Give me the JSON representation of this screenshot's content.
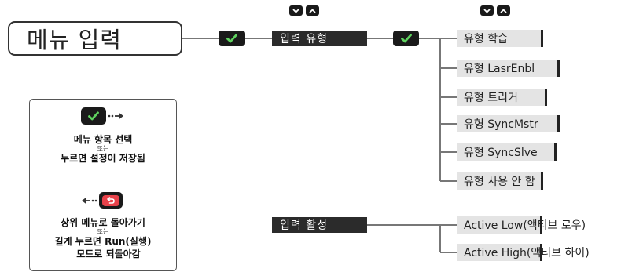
{
  "title": "메뉴 입력",
  "input_type_label": "입력 유형",
  "input_active_label": "입력 활성",
  "type_options": [
    "유형 학습",
    "유형 LasrEnbl",
    "유형 트리거",
    "유형 SyncMstr",
    "유형 SyncSlve",
    "유형 사용 안 함"
  ],
  "active_options": [
    "Active Low(액티브 로우)",
    "Active High(액티브 하이)"
  ],
  "legend": {
    "select_line1": "메뉴 항목 선택",
    "select_or": "또는",
    "select_line2": "누르면 설정이 저장됨",
    "back_line1": "상위 메뉴로 돌아가기",
    "back_or": "또는",
    "back_line2": "길게 누르면 Run(실행)",
    "back_line3": "모드로 되돌아감"
  },
  "icons": {
    "enter": "check-icon",
    "back": "back-arrow-icon",
    "down": "chevron-down-icon",
    "up": "chevron-up-icon",
    "arrow": "dotted-arrow-icon"
  },
  "colors": {
    "check_green": "#5fd35f",
    "back_red": "#e8424a",
    "dark_box": "#2b2b2b",
    "option_fill": "#e4e4e4"
  }
}
